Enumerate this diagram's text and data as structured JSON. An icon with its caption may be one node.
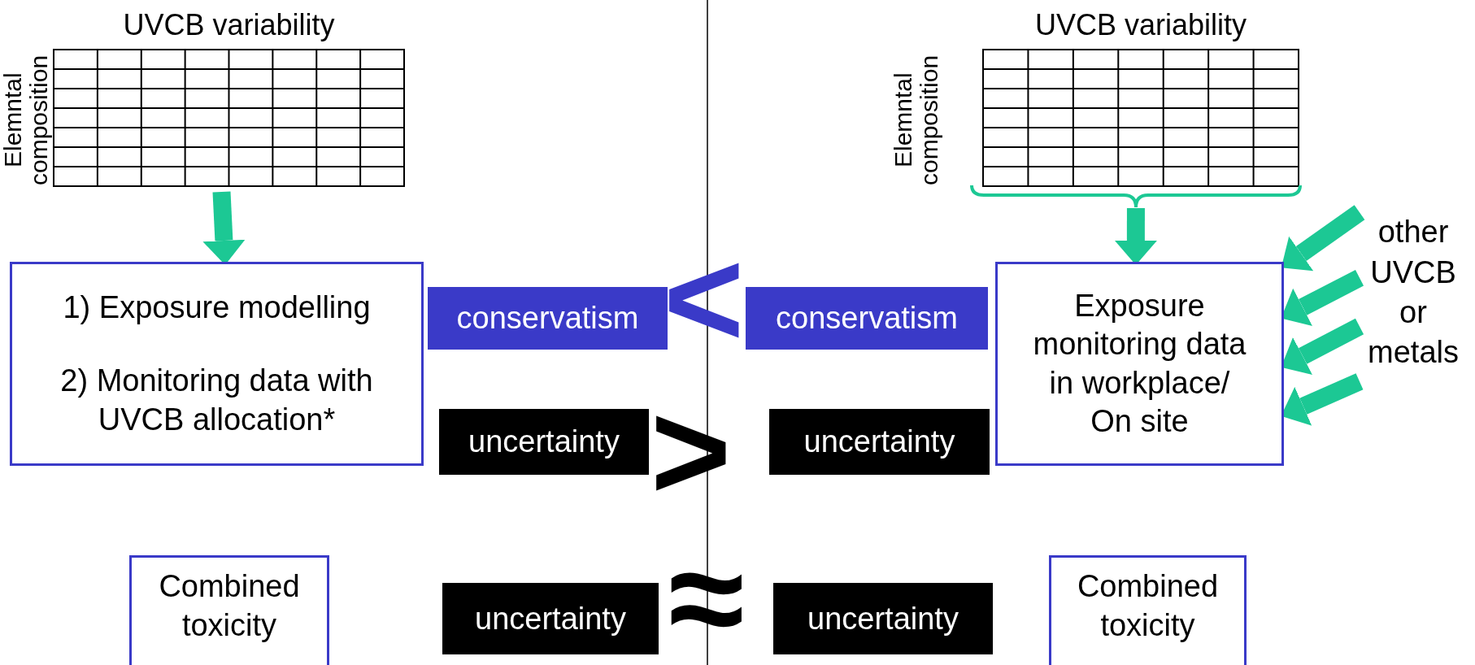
{
  "diagram": {
    "nodes": [
      {
        "text": [
          "UVCB variability",
          "Elemntal composition"
        ]
      },
      {
        "text": [
          "UVCB variability",
          "Elemntal composition"
        ]
      },
      {
        "text": [
          "1) Exposure modelling",
          "2) Monitoring data with UVCB allocation*"
        ]
      },
      {
        "text": [
          "conservatism"
        ]
      },
      {
        "text": [
          "conservatism"
        ]
      },
      {
        "text": [
          "Exposure monitoring data in workplace/ On site"
        ]
      },
      {
        "text": [
          "other UVCB or metals"
        ]
      },
      {
        "text": [
          "uncertainty"
        ]
      },
      {
        "text": [
          "uncertainty"
        ]
      },
      {
        "text": [
          "Combined toxicity"
        ]
      },
      {
        "text": [
          "uncertainty"
        ]
      },
      {
        "text": [
          "uncertainty"
        ]
      },
      {
        "text": [
          "Combined toxicity"
        ]
      }
    ],
    "edges": [
      {
        "from": 0,
        "to": 2,
        "arrow": "to"
      },
      {
        "from": 1,
        "to": 5,
        "arrow": "to"
      },
      {
        "from": 6,
        "to": 5,
        "arrow": "to"
      },
      {
        "from": 6,
        "to": 5,
        "arrow": "to"
      },
      {
        "from": 6,
        "to": 5,
        "arrow": "to"
      },
      {
        "from": 6,
        "to": 5,
        "arrow": "to"
      }
    ],
    "labels": [
      "<",
      ">",
      "≈"
    ]
  }
}
